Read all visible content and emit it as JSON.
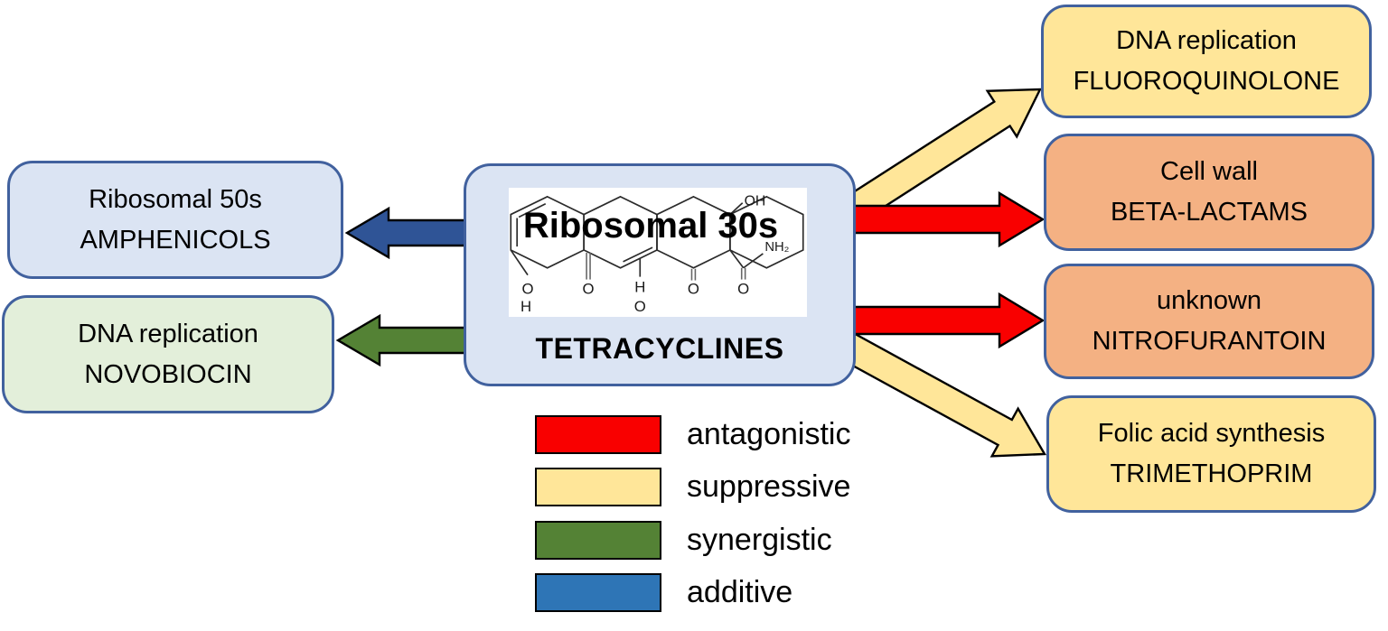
{
  "center_node": {
    "overlay_label": "Ribosomal 30s",
    "name": "TETRACYCLINES",
    "molecule": {
      "oh_top": "OH",
      "nh2": "NH₂",
      "phenol_o": "O",
      "phenol_h": "H",
      "ketone1_o": "O",
      "enol_h": "H",
      "enol_o": "O",
      "ketone2_o": "O",
      "amide_o": "O"
    },
    "fill": "#dbe4f3"
  },
  "targets": [
    {
      "mechanism": "Ribosomal 50s",
      "drug": "AMPHENICOLS",
      "fill": "#dbe4f3",
      "side": "left",
      "interaction": "additive"
    },
    {
      "mechanism": "DNA replication",
      "drug": "NOVOBIOCIN",
      "fill": "#e3efda",
      "side": "left",
      "interaction": "synergistic"
    },
    {
      "mechanism": "DNA replication",
      "drug": "FLUOROQUINOLONE",
      "fill": "#ffe699",
      "side": "right",
      "interaction": "suppressive"
    },
    {
      "mechanism": "Cell wall",
      "drug": "BETA-LACTAMS",
      "fill": "#f4b183",
      "side": "right",
      "interaction": "antagonistic"
    },
    {
      "mechanism": "unknown",
      "drug": "NITROFURANTOIN",
      "fill": "#f4b183",
      "side": "right",
      "interaction": "antagonistic"
    },
    {
      "mechanism": "Folic acid synthesis",
      "drug": "TRIMETHOPRIM",
      "fill": "#ffe699",
      "side": "right",
      "interaction": "suppressive"
    }
  ],
  "legend": [
    {
      "label": "antagonistic",
      "color": "#f90000"
    },
    {
      "label": "suppressive",
      "color": "#ffe699"
    },
    {
      "label": "synergistic",
      "color": "#548235"
    },
    {
      "label": "additive",
      "color": "#2e75b6"
    }
  ],
  "arrow_colors": {
    "antagonistic": "#f90000",
    "suppressive": "#ffe699",
    "synergistic": "#548235",
    "additive": "#2f5496"
  },
  "border_color": "#41619e"
}
